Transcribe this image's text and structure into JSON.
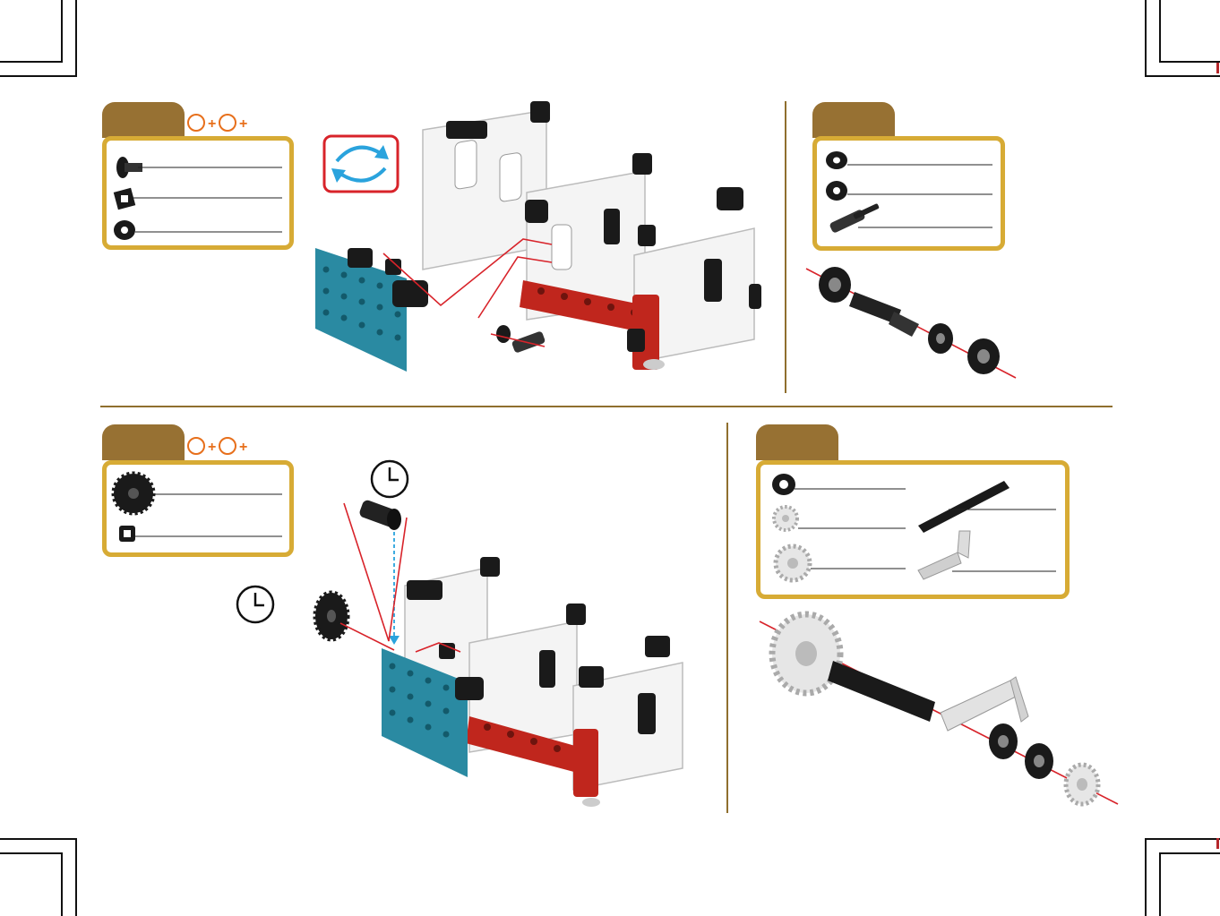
{
  "colors": {
    "tab": "#977133",
    "box_border": "#d7ab35",
    "leader_line": "#d8232a",
    "plus_orange": "#e76f1b",
    "teal_plate": "#2a8aa2",
    "red_beam": "#c0261d",
    "rotate_arrows": "#2aa3dd"
  },
  "step_sections": [
    {
      "name": "top-left",
      "plus_marks": [
        "+",
        "+"
      ],
      "part_count": 3
    },
    {
      "name": "top-right",
      "part_count": 3
    },
    {
      "name": "bottom-left",
      "plus_marks": [
        "+",
        "+"
      ],
      "part_count": 2
    },
    {
      "name": "bottom-right",
      "part_count": 5
    }
  ],
  "icons": {
    "rotate": "rotate-arrows-icon",
    "clock": "clock-icon"
  }
}
